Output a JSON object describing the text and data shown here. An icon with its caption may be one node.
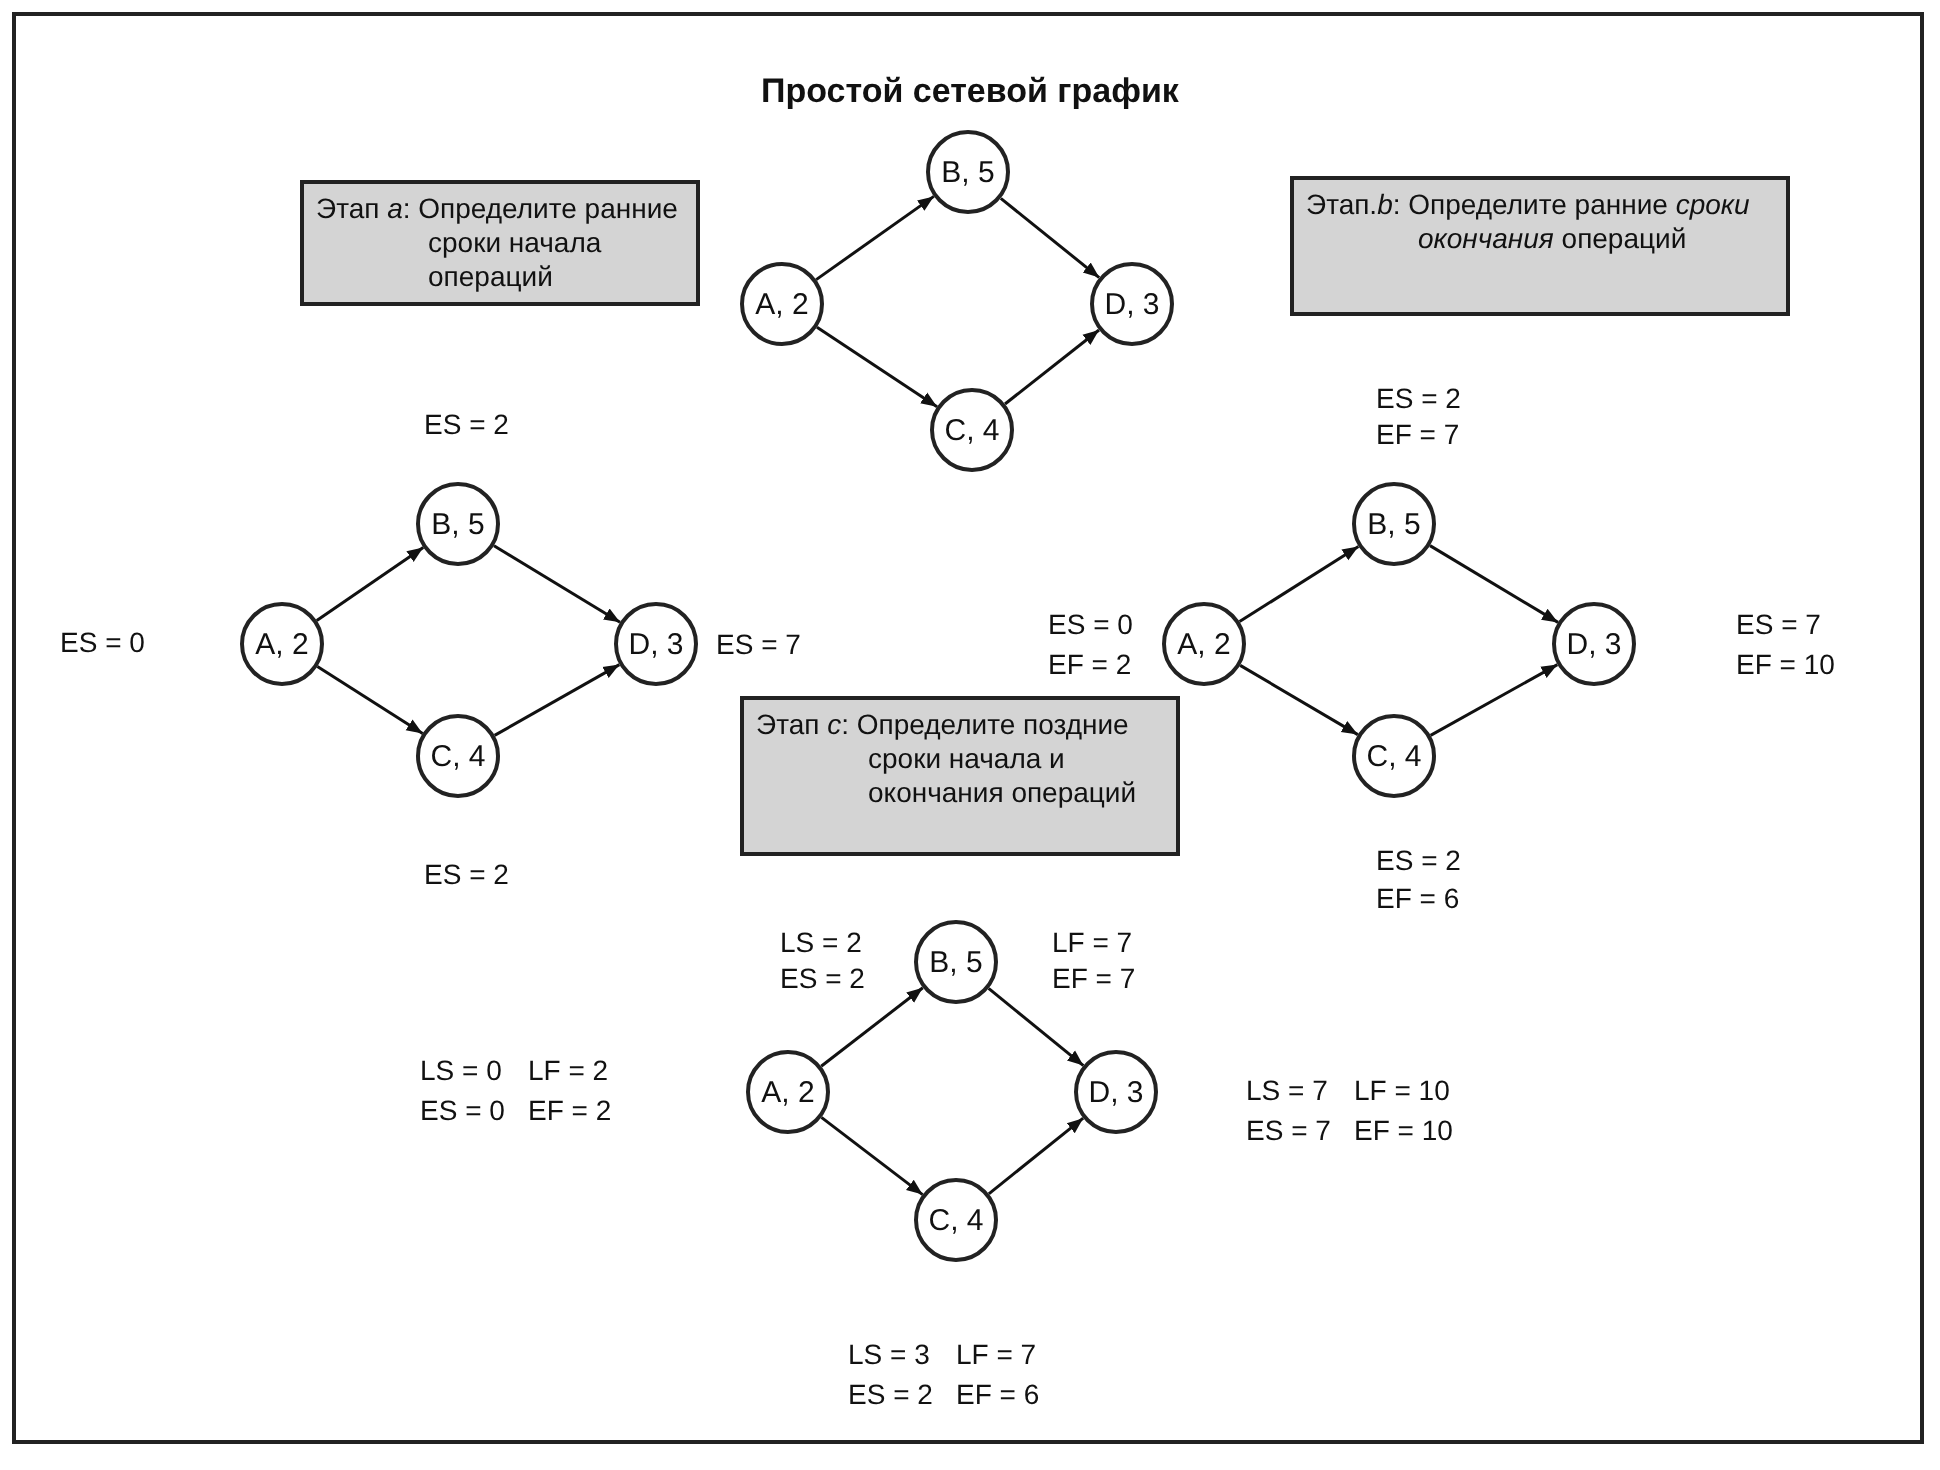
{
  "diagram": {
    "title": "Простой сетевой график",
    "nodes": [
      {
        "text": [
          "Этап *a*: Определите ранние сроки начала операций"
        ]
      },
      {
        "text": [
          "A, 2"
        ]
      },
      {
        "text": [
          "B, 5"
        ]
      },
      {
        "text": [
          "C, 4"
        ]
      },
      {
        "text": [
          "D, 3"
        ]
      },
      {
        "text": [
          "Этап.*b*: Определите ранние *сроки окончания* операций"
        ]
      },
      {
        "text": [
          "A, 2"
        ],
        "beside": [
          "ES = 0"
        ]
      },
      {
        "text": [
          "B, 5"
        ],
        "beside": [
          "ES = 2"
        ]
      },
      {
        "text": [
          "C, 4"
        ],
        "beside": [
          "ES = 2"
        ]
      },
      {
        "text": [
          "D, 3"
        ],
        "beside": [
          "ES = 7"
        ]
      },
      {
        "text": [
          "A, 2"
        ],
        "beside": [
          "ES = 0",
          "EF = 2"
        ]
      },
      {
        "text": [
          "B, 5"
        ],
        "beside": [
          "ES = 2",
          "EF = 7"
        ]
      },
      {
        "text": [
          "C, 4"
        ],
        "beside": [
          "ES = 2",
          "EF = 6"
        ]
      },
      {
        "text": [
          "D, 3"
        ],
        "beside": [
          "ES = 7",
          "EF = 10"
        ]
      },
      {
        "text": [
          "Этап *c*: Определите поздние сроки начала и окончания операций"
        ]
      },
      {
        "text": [
          "A, 2"
        ],
        "beside": [
          "LS = 0",
          "LF = 2",
          "ES = 0",
          "EF = 2"
        ]
      },
      {
        "text": [
          "B, 5"
        ],
        "beside": [
          "LS = 2",
          "LF = 7",
          "ES = 2",
          "EF = 7"
        ]
      },
      {
        "text": [
          "C, 4"
        ],
        "beside": [
          "LS = 3",
          "LF = 7",
          "ES = 2",
          "EF = 6"
        ]
      },
      {
        "text": [
          "D, 3"
        ],
        "beside": [
          "LS = 7",
          "LF = 10",
          "ES = 7",
          "EF = 10"
        ]
      }
    ],
    "edges": [
      {
        "from": 1,
        "to": 2,
        "arrow": "to"
      },
      {
        "from": 1,
        "to": 3,
        "arrow": "to"
      },
      {
        "from": 2,
        "to": 4,
        "arrow": "to"
      },
      {
        "from": 3,
        "to": 4,
        "arrow": "to"
      },
      {
        "from": 6,
        "to": 7,
        "arrow": "to"
      },
      {
        "from": 6,
        "to": 8,
        "arrow": "to"
      },
      {
        "from": 7,
        "to": 9,
        "arrow": "to"
      },
      {
        "from": 8,
        "to": 9,
        "arrow": "to"
      },
      {
        "from": 10,
        "to": 11,
        "arrow": "to"
      },
      {
        "from": 10,
        "to": 12,
        "arrow": "to"
      },
      {
        "from": 11,
        "to": 13,
        "arrow": "to"
      },
      {
        "from": 12,
        "to": 13,
        "arrow": "to"
      },
      {
        "from": 15,
        "to": 16,
        "arrow": "to"
      },
      {
        "from": 15,
        "to": 17,
        "arrow": "to"
      },
      {
        "from": 16,
        "to": 18,
        "arrow": "to"
      },
      {
        "from": 17,
        "to": 18,
        "arrow": "to"
      }
    ]
  }
}
